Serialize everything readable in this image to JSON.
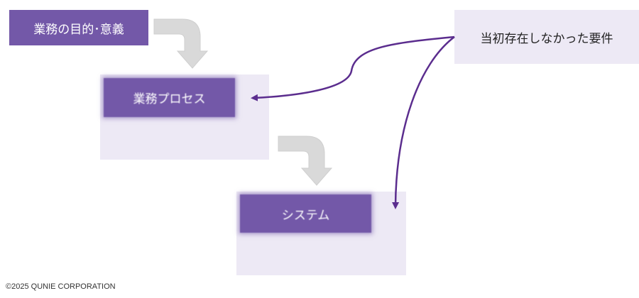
{
  "boxes": {
    "purpose": "業務の目的･意義",
    "process": "業務プロセス",
    "system": "システム",
    "requirements": "当初存在しなかった要件"
  },
  "footer": {
    "copyright": "©2025 QUNIE CORPORATION"
  },
  "colors": {
    "purple": "#7358a8",
    "lavender": "#ede9f5",
    "arrow_gray": "#d9d9d9",
    "connector": "#5b2d8e"
  }
}
